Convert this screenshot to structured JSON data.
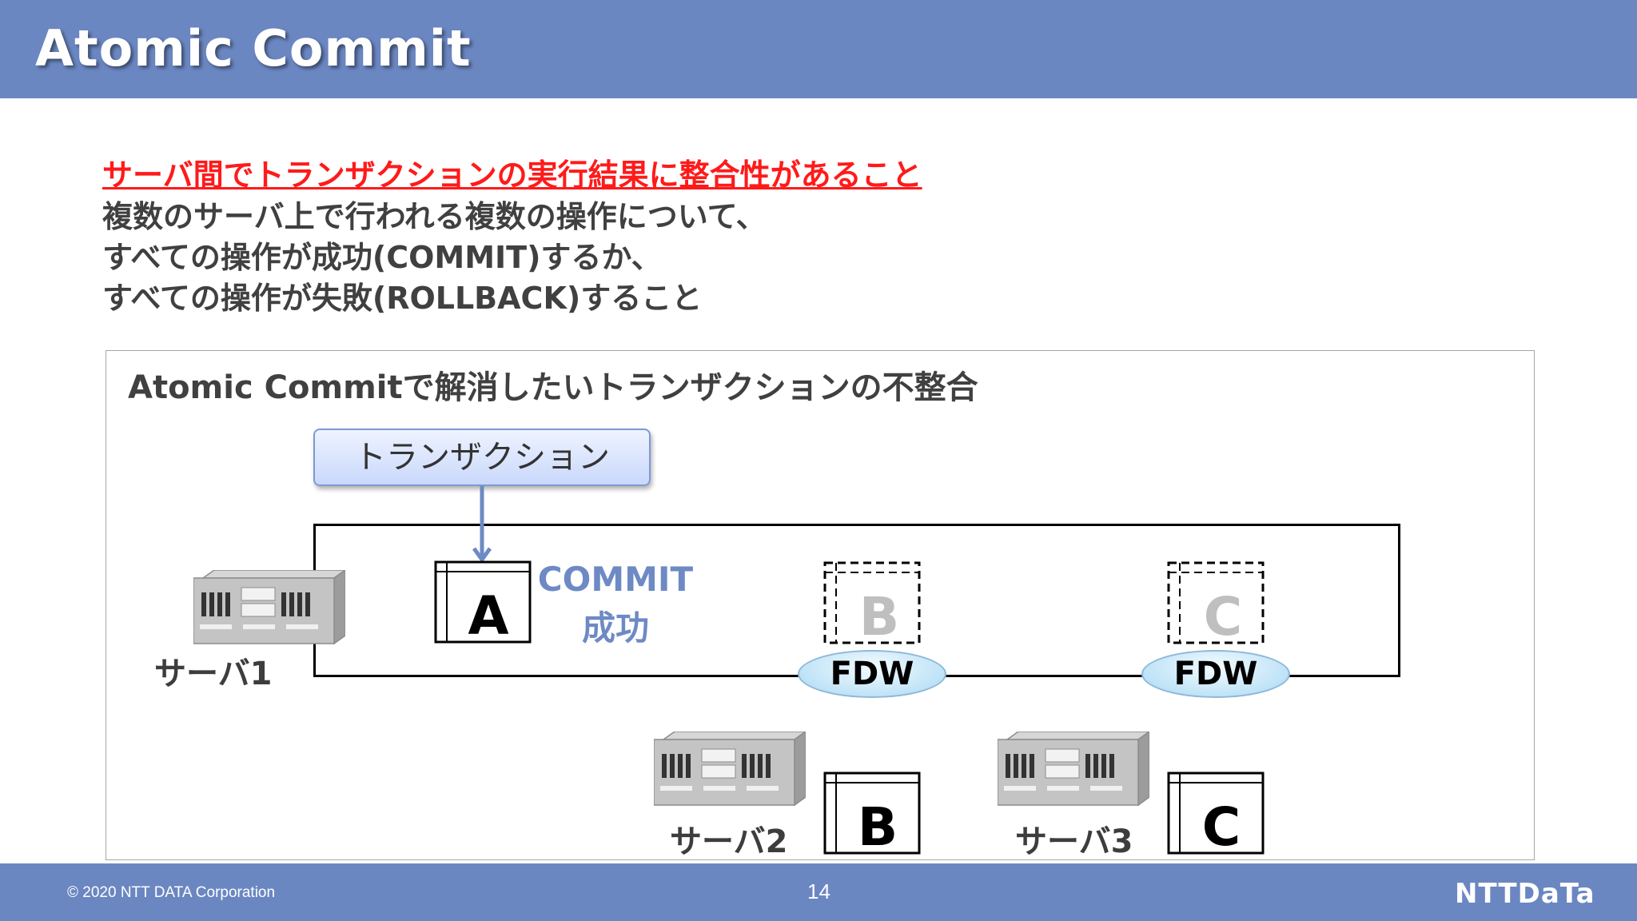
{
  "header": {
    "title": "Atomic Commit"
  },
  "intro": {
    "lead": "サーバ間でトランザクションの実行結果に整合性があること",
    "lines": [
      "複数のサーバ上で行われる複数の操作について、",
      "すべての操作が成功(COMMIT)するか、",
      "すべての操作が失敗(ROLLBACK)すること"
    ]
  },
  "diagram": {
    "title": "Atomic Commitで解消したいトランザクションの不整合",
    "transaction_label": "トランザクション",
    "commit_status": {
      "line1": "COMMIT",
      "line2": "成功"
    },
    "fdw_label": "FDW",
    "servers": [
      {
        "label": "サーバ1",
        "table": "A"
      },
      {
        "label": "サーバ2",
        "table": "B"
      },
      {
        "label": "サーバ3",
        "table": "C"
      }
    ],
    "remote_tables": [
      "B",
      "C"
    ],
    "colors": {
      "accent": "#6b87c2",
      "commit": "#6e8ac4",
      "lead": "#ff1a1a",
      "arrow": "#6e8ac4"
    }
  },
  "footer": {
    "copyright": "© 2020 NTT DATA Corporation",
    "page_number": "14",
    "logo": "NTTDaTa"
  }
}
